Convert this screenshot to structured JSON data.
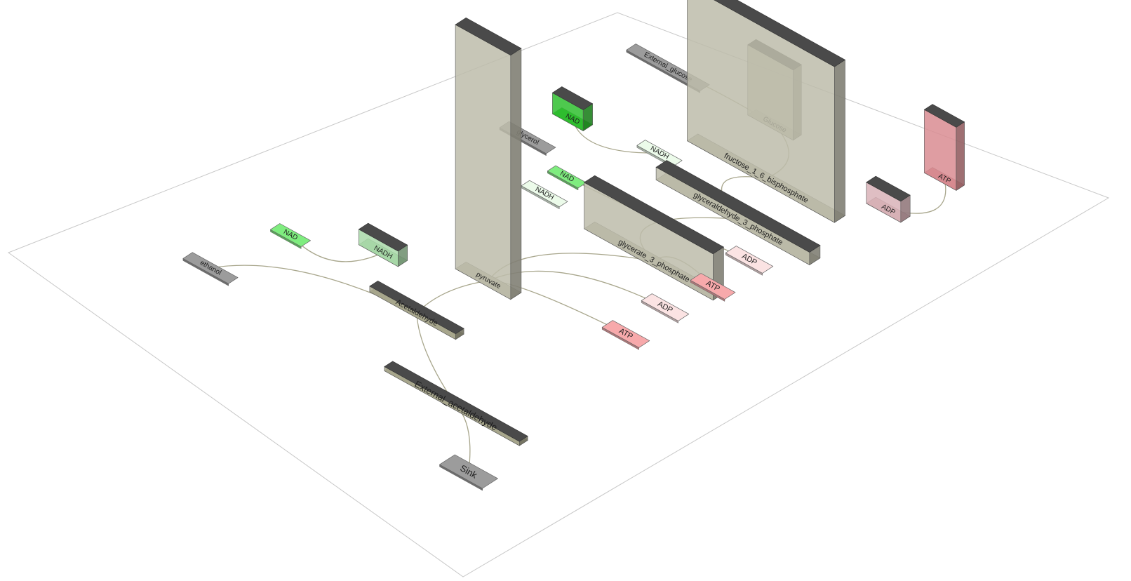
{
  "nodes": [
    {
      "id": "external_glucose",
      "label": "External_glucose",
      "color": "#9c9c9c",
      "kind": "metabolite"
    },
    {
      "id": "glucose",
      "label": "Glucose",
      "color": "#bdbcaa",
      "kind": "metabolite"
    },
    {
      "id": "f16bp",
      "label": "fructose_1_6_bisphosphate",
      "color": "#bdbcaa",
      "kind": "metabolite"
    },
    {
      "id": "atp_top",
      "label": "ATP",
      "color": "#d98c92",
      "kind": "cofactor"
    },
    {
      "id": "adp_top",
      "label": "ADP",
      "color": "#d9b3b8",
      "kind": "cofactor"
    },
    {
      "id": "nad_top",
      "label": "NAD",
      "color": "#2fbf2f",
      "kind": "cofactor"
    },
    {
      "id": "glycerol",
      "label": "glycerol",
      "color": "#9c9c9c",
      "kind": "metabolite"
    },
    {
      "id": "nadh_1",
      "label": "NADH",
      "color": "#ecfbea",
      "kind": "cofactor"
    },
    {
      "id": "nad_2",
      "label": "NAD",
      "color": "#7fed7f",
      "kind": "cofactor"
    },
    {
      "id": "nadh_2",
      "label": "NADH",
      "color": "#ecfbea",
      "kind": "cofactor"
    },
    {
      "id": "g3p",
      "label": "glyceraldehyde_3_phosphate",
      "color": "#bdbcaa",
      "kind": "metabolite"
    },
    {
      "id": "adp_1",
      "label": "ADP",
      "color": "#fbe3e3",
      "kind": "cofactor"
    },
    {
      "id": "atp_1",
      "label": "ATP",
      "color": "#f7a9ab",
      "kind": "cofactor"
    },
    {
      "id": "glycerate",
      "label": "glycerate_3_phosphate",
      "color": "#bdbcaa",
      "kind": "metabolite"
    },
    {
      "id": "adp_2",
      "label": "ADP",
      "color": "#fbe3e3",
      "kind": "cofactor"
    },
    {
      "id": "atp_2",
      "label": "ATP",
      "color": "#f7a9ab",
      "kind": "cofactor"
    },
    {
      "id": "pyruvate",
      "label": "pyruvate",
      "color": "#bdbcaa",
      "kind": "metabolite"
    },
    {
      "id": "nad_left",
      "label": "NAD",
      "color": "#7fed7f",
      "kind": "cofactor"
    },
    {
      "id": "nadh_left",
      "label": "NADH",
      "color": "#a9d9a9",
      "kind": "cofactor"
    },
    {
      "id": "ethanol",
      "label": "ethanol",
      "color": "#9c9c9c",
      "kind": "metabolite"
    },
    {
      "id": "acetaldehyde",
      "label": "Acetaldehyde",
      "color": "#a9a88e",
      "kind": "metabolite"
    },
    {
      "id": "ext_acetaldehyde",
      "label": "External_acetaldehyde",
      "color": "#a9a88e",
      "kind": "metabolite"
    },
    {
      "id": "sink",
      "label": "Sink",
      "color": "#9c9c9c",
      "kind": "metabolite"
    }
  ],
  "edges": [
    [
      "external_glucose",
      "glucose"
    ],
    [
      "glucose",
      "f16bp"
    ],
    [
      "atp_top",
      "adp_top"
    ],
    [
      "f16bp",
      "g3p"
    ],
    [
      "nadh_1",
      "nad_top"
    ],
    [
      "g3p",
      "glycerate"
    ],
    [
      "nad_2",
      "adp_1"
    ],
    [
      "glycerate",
      "atp_1"
    ],
    [
      "glycerate",
      "pyruvate"
    ],
    [
      "pyruvate",
      "adp_2"
    ],
    [
      "pyruvate",
      "atp_2"
    ],
    [
      "pyruvate",
      "acetaldehyde"
    ],
    [
      "nadh_left",
      "nad_left"
    ],
    [
      "acetaldehyde",
      "ethanol"
    ],
    [
      "acetaldehyde",
      "ext_acetaldehyde"
    ],
    [
      "ext_acetaldehyde",
      "sink"
    ]
  ],
  "colors": {
    "edge": "#a8a68c",
    "plane_border": "#c8c8c8",
    "bar_top": "#4a4a4a"
  }
}
